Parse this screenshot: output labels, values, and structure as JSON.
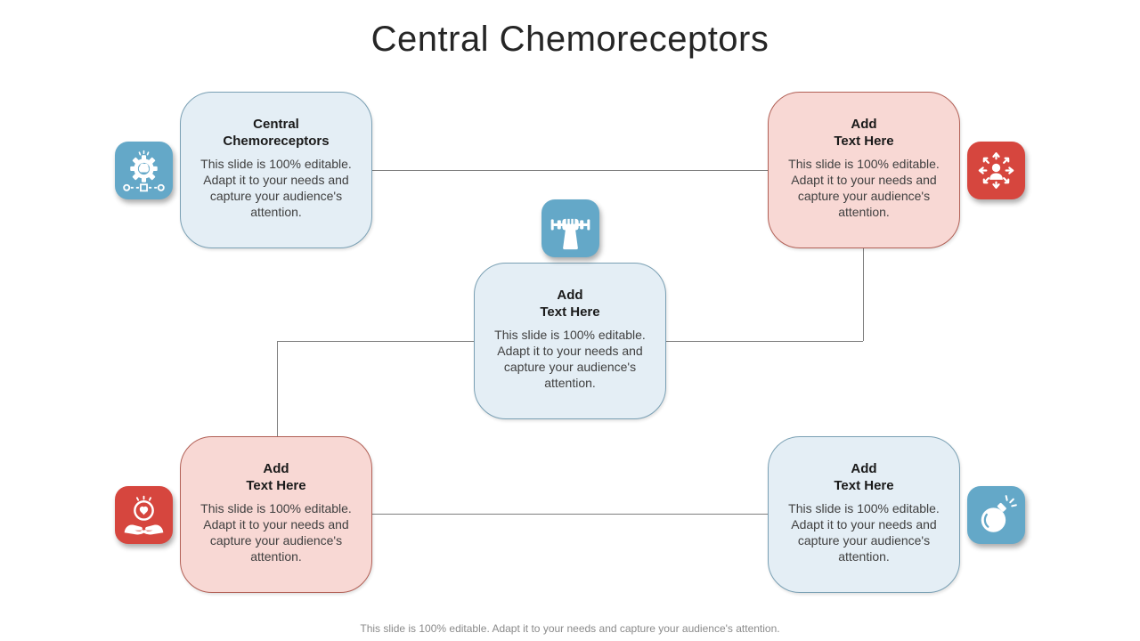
{
  "slide": {
    "title": "Central Chemoreceptors",
    "footer": "This slide is 100% editable. Adapt it to your needs and capture your audience's attention."
  },
  "cards": [
    {
      "position": "top-left",
      "theme": "blue",
      "icon": "gear-brain-process-icon",
      "icon_side": "left",
      "title_line1": "Central",
      "title_line2": "Chemoreceptors",
      "body": "This slide is 100% editable. Adapt it to your needs and capture your audience's attention."
    },
    {
      "position": "top-right",
      "theme": "red",
      "icon": "person-outward-arrows-icon",
      "icon_side": "right",
      "title_line1": "Add",
      "title_line2": "Text Here",
      "body": "This slide is 100% editable. Adapt it to your needs and capture your audience's attention."
    },
    {
      "position": "center",
      "theme": "blue",
      "icon": "arm-lifting-dumbbell-icon",
      "icon_side": "top",
      "title_line1": "Add",
      "title_line2": "Text Here",
      "body": "This slide is 100% editable. Adapt it to your needs and capture your audience's attention."
    },
    {
      "position": "bottom-left",
      "theme": "red",
      "icon": "hands-holding-heart-icon",
      "icon_side": "left",
      "title_line1": "Add",
      "title_line2": "Text Here",
      "body": "This slide is 100% editable. Adapt it to your needs and capture your audience's attention."
    },
    {
      "position": "bottom-right",
      "theme": "blue",
      "icon": "bomb-spark-icon",
      "icon_side": "right",
      "title_line1": "Add",
      "title_line2": "Text Here",
      "body": "This slide is 100% editable. Adapt it to your needs and capture your audience's attention."
    }
  ],
  "colors": {
    "blue_icon": "#64a8c8",
    "red_icon": "#d6463e",
    "blue_card_bg": "#e4eef5",
    "blue_card_border": "#7aa0b4",
    "red_card_bg": "#f8d8d4",
    "red_card_border": "#b26056",
    "line": "#7f7f7f",
    "title_text": "#262626",
    "heading_text": "#1a1a1a",
    "body_text": "#404040",
    "footer_text": "#8a8a8a"
  }
}
